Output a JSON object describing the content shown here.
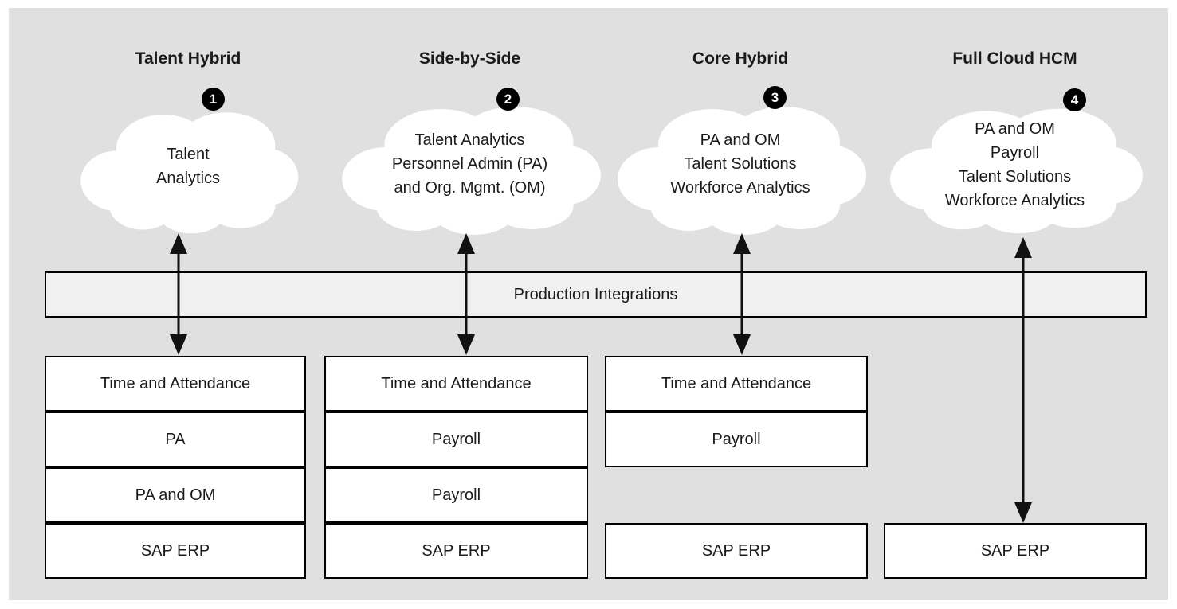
{
  "diagram": {
    "integration_bar": {
      "label": "Production Integrations"
    },
    "columns": [
      {
        "title": "Talent Hybrid",
        "badge": "1",
        "cloud_lines": [
          "Talent",
          "Analytics"
        ],
        "stack": [
          "Time and Attendance",
          "PA",
          "PA and OM",
          "SAP ERP"
        ]
      },
      {
        "title": "Side-by-Side",
        "badge": "2",
        "cloud_lines": [
          "Talent Analytics",
          "Personnel Admin (PA)",
          "and Org. Mgmt. (OM)"
        ],
        "stack": [
          "Time and Attendance",
          "Payroll",
          "Payroll",
          "SAP ERP"
        ]
      },
      {
        "title": "Core Hybrid",
        "badge": "3",
        "cloud_lines": [
          "PA and OM",
          "Talent Solutions",
          "Workforce Analytics"
        ],
        "stack_top": [
          "Time and Attendance",
          "Payroll"
        ],
        "stack_bottom": [
          "SAP ERP"
        ]
      },
      {
        "title": "Full Cloud HCM",
        "badge": "4",
        "cloud_lines": [
          "PA and OM",
          "Payroll",
          "Talent Solutions",
          "Workforce Analytics"
        ],
        "stack_bottom": [
          "SAP ERP"
        ]
      }
    ],
    "colors": {
      "panel_bg": "#e0e0e0",
      "bar_bg": "#f0f0f0",
      "box_bg": "#ffffff",
      "cloud_fill": "#ffffff",
      "line": "#111111",
      "badge_bg": "#000000",
      "badge_text": "#ffffff",
      "text": "#1a1a1a"
    }
  }
}
